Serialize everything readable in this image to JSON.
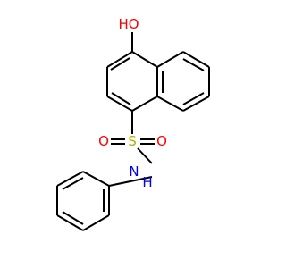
{
  "molecule": {
    "atoms": {
      "hydroxyl": "HO",
      "sulfur": "S",
      "oxygen_left": "O",
      "oxygen_right": "O",
      "amine_n": "N",
      "amine_h": "H"
    },
    "colors": {
      "bond": "#000000",
      "oxygen": "#ff0000",
      "sulfur": "#b2b200",
      "nitrogen": "#0000ff"
    }
  }
}
